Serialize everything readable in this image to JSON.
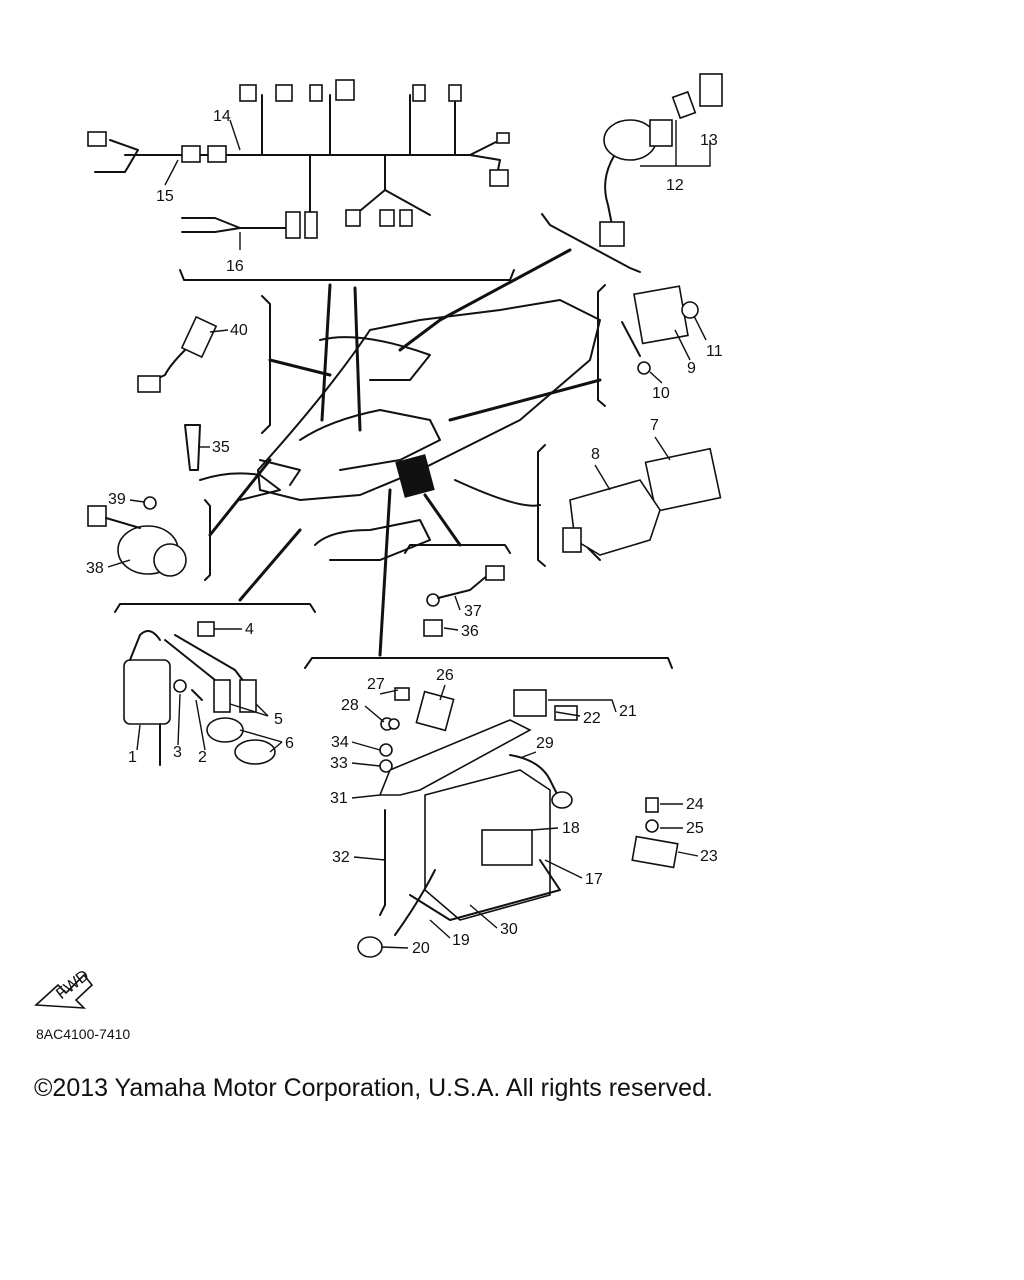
{
  "diagram": {
    "code": "8AC4100-7410",
    "fwd_marker": "FWD",
    "part_numbers": [
      "1",
      "2",
      "3",
      "4",
      "5",
      "6",
      "7",
      "8",
      "9",
      "10",
      "11",
      "12",
      "13",
      "14",
      "15",
      "16",
      "17",
      "18",
      "19",
      "20",
      "21",
      "22",
      "23",
      "24",
      "25",
      "26",
      "27",
      "28",
      "29",
      "30",
      "31",
      "32",
      "33",
      "34",
      "35",
      "36",
      "37",
      "38",
      "39",
      "40"
    ]
  },
  "footer": {
    "copyright": "©2013 Yamaha Motor Corporation, U.S.A. All rights reserved."
  }
}
